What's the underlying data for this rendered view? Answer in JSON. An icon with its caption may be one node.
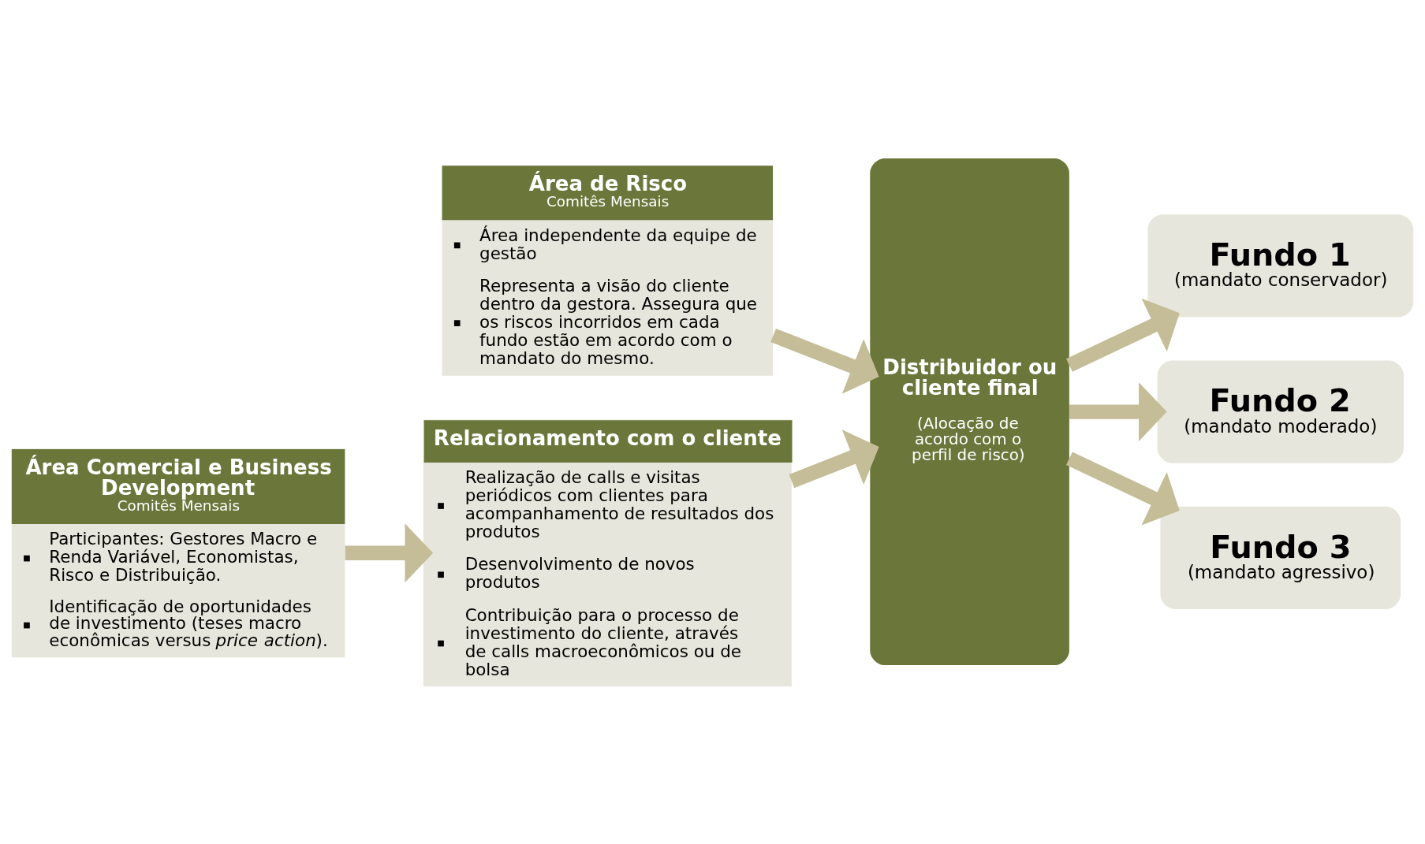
{
  "diagram": {
    "nodes": [
      {
        "text": [
          "Área de Risco",
          "Comitês Mensais",
          "Área independente da equipe de gestão",
          "Representa a visão do cliente dentro da gestora. Assegura que os riscos incorridos em cada fundo estão em acordo com o mandato do mesmo."
        ]
      },
      {
        "text": [
          "Área Comercial e Business Development",
          "Comitês Mensais",
          "Participantes: Gestores Macro e Renda Variável, Economistas, Risco e Distribuição.",
          "Identificação de oportunidades de investimento (teses macro econômicas versus *price action*)."
        ]
      },
      {
        "text": [
          "Relacionamento com o cliente",
          "Realização de calls e visitas periódicos com clientes para acompanhamento de resultados dos produtos",
          "Desenvolvimento de novos produtos",
          "Contribuição para o processo de investimento do cliente, através de calls macroeconômicos ou de bolsa"
        ]
      },
      {
        "text": [
          "Distribuidor ou cliente final",
          "(Alocação de acordo com o perfil de risco)"
        ]
      },
      {
        "text": [
          "Fundo 1",
          "(mandato conservador)"
        ]
      },
      {
        "text": [
          "Fundo 2",
          "(mandato moderado)"
        ]
      },
      {
        "text": [
          "Fundo 3",
          "(mandato agressivo)"
        ]
      }
    ],
    "edges": [
      {
        "from": 0,
        "to": 3,
        "arrow": "to"
      },
      {
        "from": 1,
        "to": 2,
        "arrow": "to"
      },
      {
        "from": 2,
        "to": 3,
        "arrow": "to"
      },
      {
        "from": 3,
        "to": 4,
        "arrow": "to"
      },
      {
        "from": 3,
        "to": 5,
        "arrow": "to"
      },
      {
        "from": 3,
        "to": 6,
        "arrow": "to"
      }
    ]
  }
}
